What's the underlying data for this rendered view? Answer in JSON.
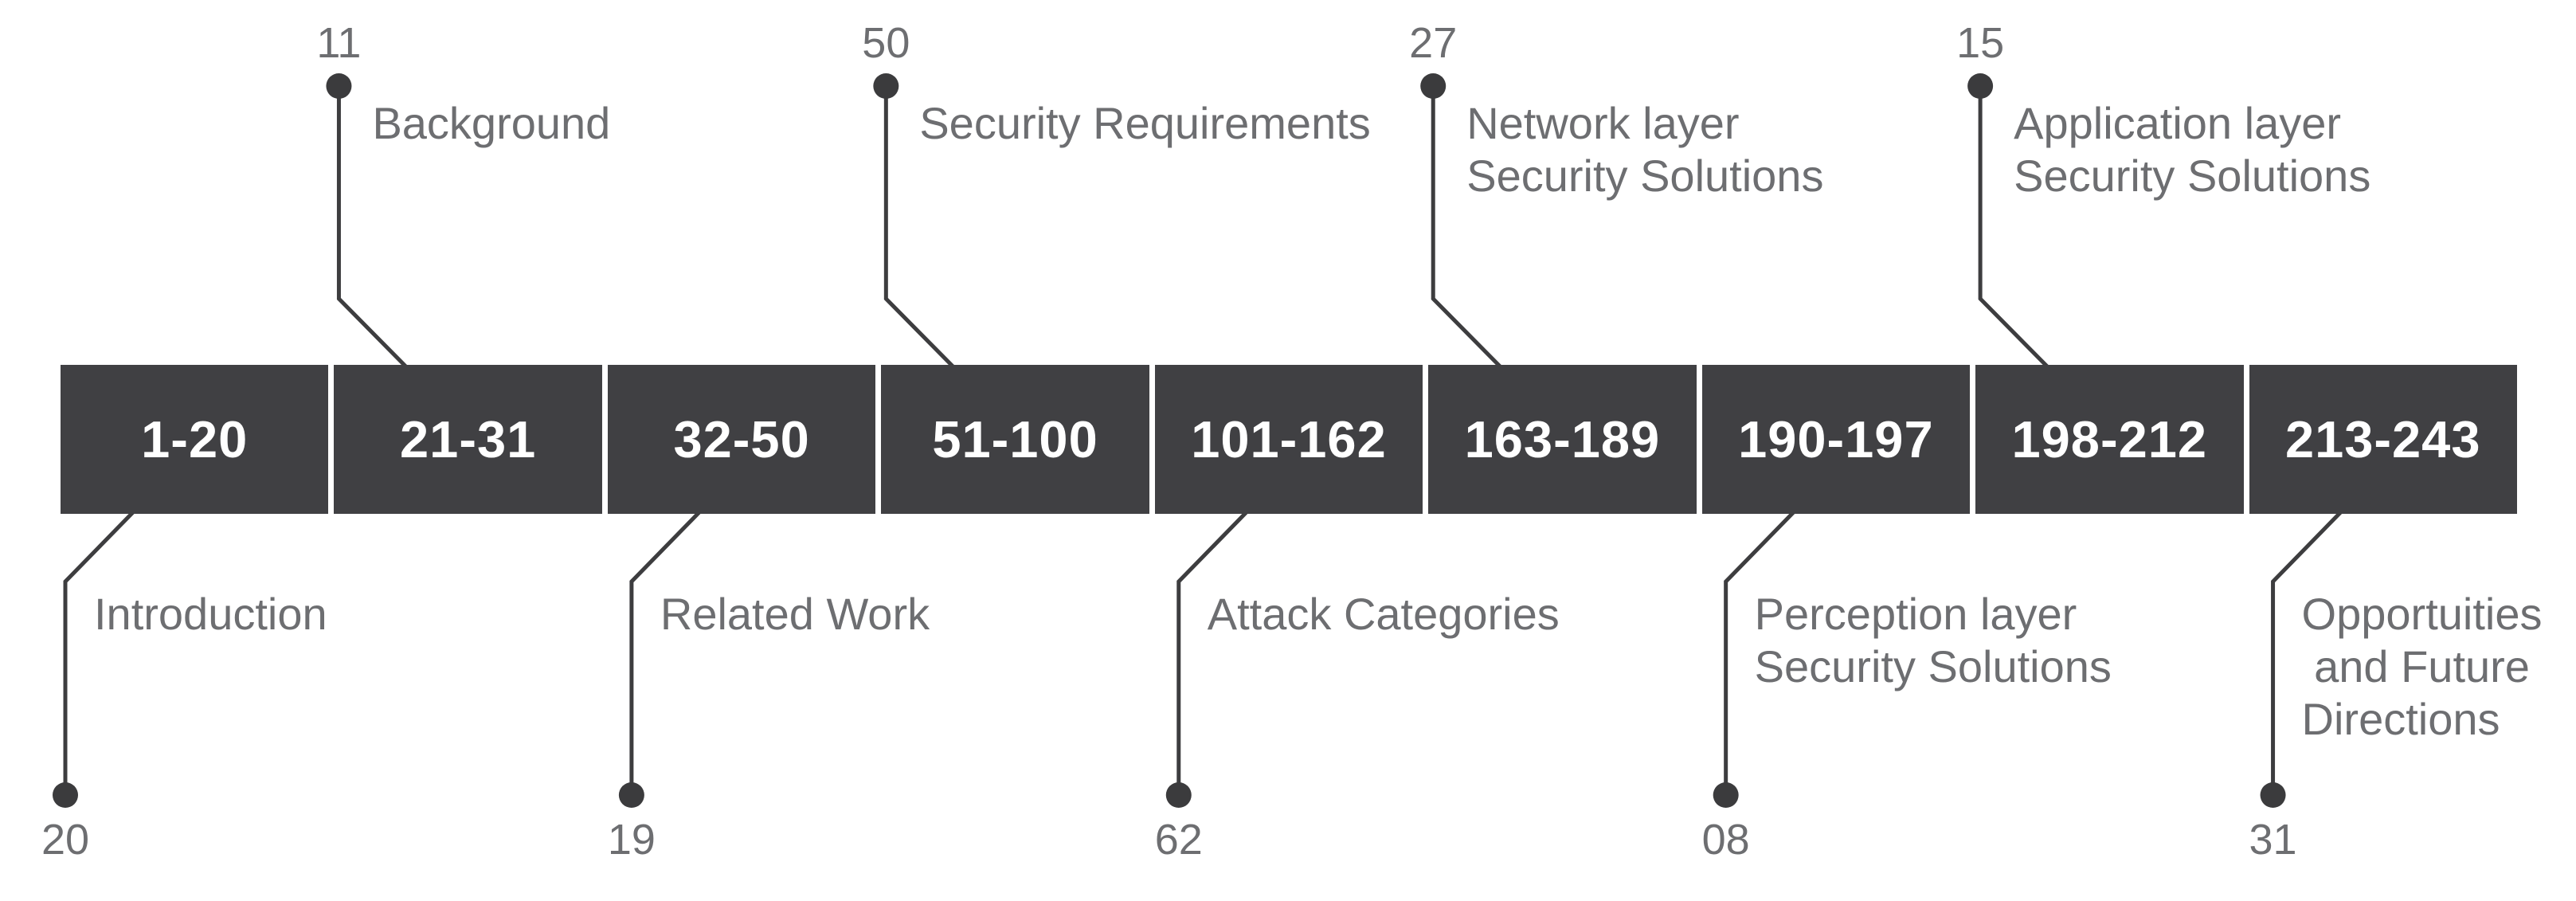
{
  "diagram": {
    "type": "segmented-reference-timeline",
    "bar": {
      "segments": [
        {
          "range": "1-20"
        },
        {
          "range": "21-31"
        },
        {
          "range": "32-50"
        },
        {
          "range": "51-100"
        },
        {
          "range": "101-162"
        },
        {
          "range": "163-189"
        },
        {
          "range": "190-197"
        },
        {
          "range": "198-212"
        },
        {
          "range": "213-243"
        }
      ]
    },
    "top_callouts": [
      {
        "count": "11",
        "label": "Background",
        "segment_index": 1
      },
      {
        "count": "50",
        "label": "Security Requirements",
        "segment_index": 3
      },
      {
        "count": "27",
        "label": "Network layer\nSecurity Solutions",
        "segment_index": 5
      },
      {
        "count": "15",
        "label": "Application layer\nSecurity Solutions",
        "segment_index": 7
      }
    ],
    "bottom_callouts": [
      {
        "count": "20",
        "label": "Introduction",
        "segment_index": 0
      },
      {
        "count": "19",
        "label": "Related Work",
        "segment_index": 2
      },
      {
        "count": "62",
        "label": "Attack Categories",
        "segment_index": 4
      },
      {
        "count": "08",
        "label": "Perception layer\nSecurity Solutions",
        "segment_index": 6
      },
      {
        "count": "31",
        "label": "Opportuities\n and Future\nDirections",
        "segment_index": 8
      }
    ],
    "colors": {
      "segment_fill": "#404043",
      "segment_text": "#ffffff",
      "connector_line": "#3d3d3f",
      "dot": "#3b3b3d",
      "text": "#6d6e71",
      "background": "#ffffff"
    }
  }
}
